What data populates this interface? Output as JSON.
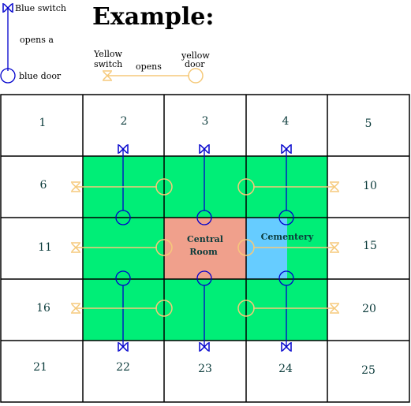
{
  "title": "Example:",
  "legend": {
    "blue_switch_label": "Blue switch",
    "blue_opens_label": "opens a",
    "blue_door_label": "blue door",
    "yellow_switch_label_1": "Yellow",
    "yellow_switch_label_2": "switch",
    "yellow_opens_label": "opens",
    "yellow_door_label_1": "yellow",
    "yellow_door_label_2": "door"
  },
  "rooms": {
    "central_1": "Central",
    "central_2": "Room",
    "cementery": "Cementery"
  },
  "cells": [
    "1",
    "2",
    "3",
    "4",
    "5",
    "6",
    "",
    "",
    "",
    "10",
    "11",
    "",
    "",
    "",
    "15",
    "16",
    "",
    "",
    "",
    "20",
    "21",
    "22",
    "23",
    "24",
    "25"
  ],
  "colors": {
    "green": "#00ee77",
    "central": "#f0a08c",
    "cementery": "#66ccff",
    "blue": "#0000cc",
    "yellow": "#f5c97a",
    "grid": "#000000"
  }
}
